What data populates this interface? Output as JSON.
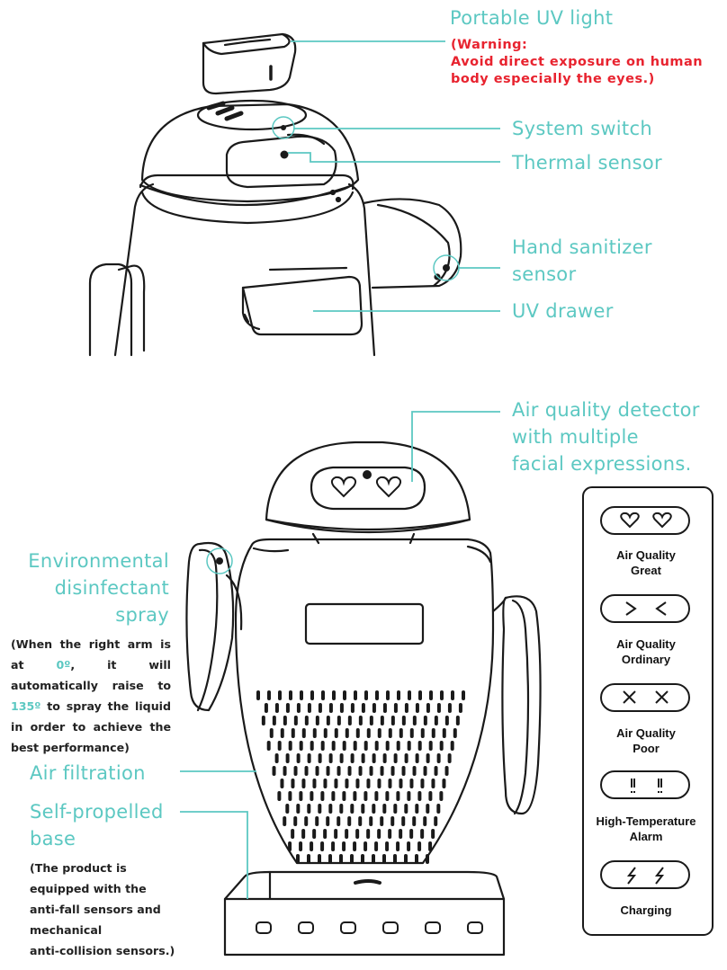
{
  "labels": {
    "portable_uv_light": "Portable UV light",
    "warning": [
      "(Warning:",
      "Avoid direct exposure on human",
      "body especially the eyes.)"
    ],
    "system_switch": "System switch",
    "thermal_sensor": "Thermal sensor",
    "hand_sanitizer_sensor": [
      "Hand sanitizer",
      "sensor"
    ],
    "uv_drawer": "UV drawer",
    "air_quality_detector": [
      "Air quality detector",
      "with multiple",
      "facial expressions."
    ],
    "environmental_spray": [
      "Environmental",
      "disinfectant",
      "spray"
    ],
    "spray_note": {
      "p1": "(When the right arm is at ",
      "v1": "0º",
      "p2": ", it will automatically raise to ",
      "v2": "135º",
      "p3": " to spray the liquid in order to achieve the best performance)"
    },
    "air_filtration": "Air filtration",
    "self_propelled_base": [
      "Self-propelled",
      "base"
    ],
    "base_note": [
      "(The product is",
      "equipped with the",
      "anti-fall sensors and",
      "mechanical",
      "anti-collision sensors.)"
    ]
  },
  "legend": [
    {
      "face": "hearts",
      "caption": [
        "Air Quality",
        "Great"
      ]
    },
    {
      "face": "chevrons",
      "caption": [
        "Air Quality",
        "Ordinary"
      ]
    },
    {
      "face": "crosses",
      "caption": [
        "Air Quality",
        "Poor"
      ]
    },
    {
      "face": "exclaims",
      "caption": [
        "High-Temperature",
        "Alarm"
      ]
    },
    {
      "face": "bolts",
      "caption": [
        "Charging"
      ]
    }
  ],
  "colors": {
    "accent": "#5cc8c2",
    "warning": "#e8232f",
    "line": "#1a1a1a"
  }
}
